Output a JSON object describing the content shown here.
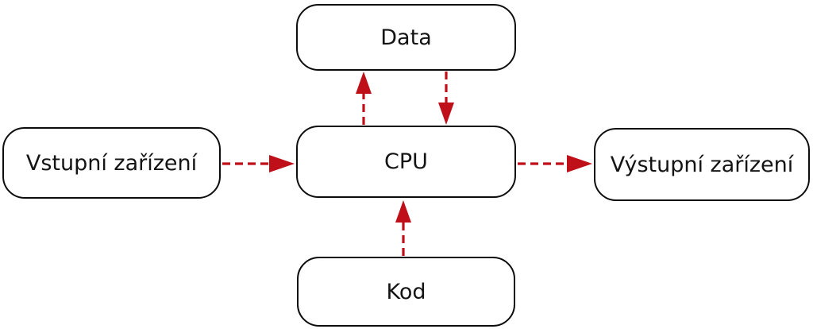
{
  "diagram": {
    "type": "block-diagram",
    "language": "cs",
    "colors": {
      "arrow": "#bf101a",
      "node_border": "#0d0d0d",
      "node_fill": "#ffffff",
      "text": "#141414",
      "background": "#ffffff"
    },
    "nodes": [
      {
        "id": "data",
        "label": "Data"
      },
      {
        "id": "cpu",
        "label": "CPU"
      },
      {
        "id": "kod",
        "label": "Kod"
      },
      {
        "id": "vstupni",
        "label": "Vstupní zařízení"
      },
      {
        "id": "vystupni",
        "label": "Výstupní zařízení"
      }
    ],
    "edges": [
      {
        "from": "vstupni",
        "to": "cpu",
        "style": "dashed",
        "direction": "right"
      },
      {
        "from": "cpu",
        "to": "vystupni",
        "style": "dashed",
        "direction": "right"
      },
      {
        "from": "cpu",
        "to": "data",
        "style": "dashed",
        "direction": "up"
      },
      {
        "from": "data",
        "to": "cpu",
        "style": "dashed",
        "direction": "down"
      },
      {
        "from": "kod",
        "to": "cpu",
        "style": "dashed",
        "direction": "up"
      }
    ]
  }
}
